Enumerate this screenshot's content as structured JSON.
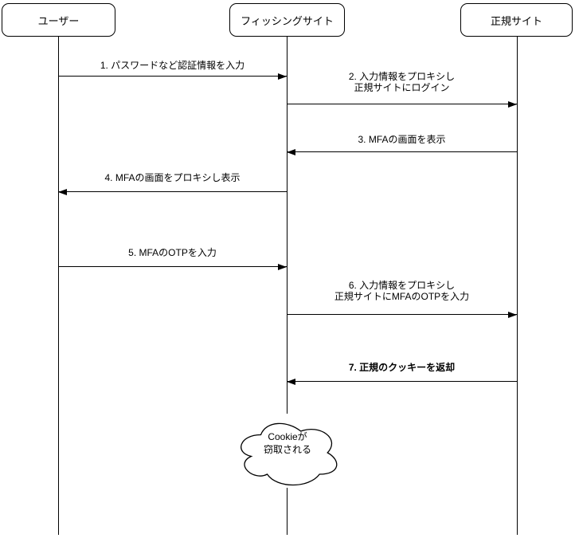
{
  "diagram": {
    "type": "sequence",
    "actors": [
      {
        "id": "user",
        "label": "ユーザー"
      },
      {
        "id": "phishing-site",
        "label": "フィッシングサイト"
      },
      {
        "id": "legit-site",
        "label": "正規サイト"
      }
    ],
    "messages": [
      {
        "id": 1,
        "from": "user",
        "to": "phishing-site",
        "direction": "right",
        "bold": false,
        "lines": [
          "1. パスワードなど認証情報を入力"
        ]
      },
      {
        "id": 2,
        "from": "phishing-site",
        "to": "legit-site",
        "direction": "right",
        "bold": false,
        "lines": [
          "2. 入力情報をプロキシし",
          "正規サイトにログイン"
        ]
      },
      {
        "id": 3,
        "from": "legit-site",
        "to": "phishing-site",
        "direction": "left",
        "bold": false,
        "lines": [
          "3. MFAの画面を表示"
        ]
      },
      {
        "id": 4,
        "from": "phishing-site",
        "to": "user",
        "direction": "left",
        "bold": false,
        "lines": [
          "4. MFAの画面をプロキシし表示"
        ]
      },
      {
        "id": 5,
        "from": "user",
        "to": "phishing-site",
        "direction": "right",
        "bold": false,
        "lines": [
          "5. MFAのOTPを入力"
        ]
      },
      {
        "id": 6,
        "from": "phishing-site",
        "to": "legit-site",
        "direction": "right",
        "bold": false,
        "lines": [
          "6. 入力情報をプロキシし",
          "正規サイトにMFAのOTPを入力"
        ]
      },
      {
        "id": 7,
        "from": "legit-site",
        "to": "phishing-site",
        "direction": "left",
        "bold": true,
        "lines": [
          "7. 正規のクッキーを返却"
        ]
      }
    ],
    "annotation": {
      "shape": "cloud",
      "attached_to": "phishing-site",
      "lines": [
        "Cookieが",
        "窃取される"
      ]
    },
    "colors": {
      "stroke": "#000000",
      "background": "#ffffff"
    }
  }
}
